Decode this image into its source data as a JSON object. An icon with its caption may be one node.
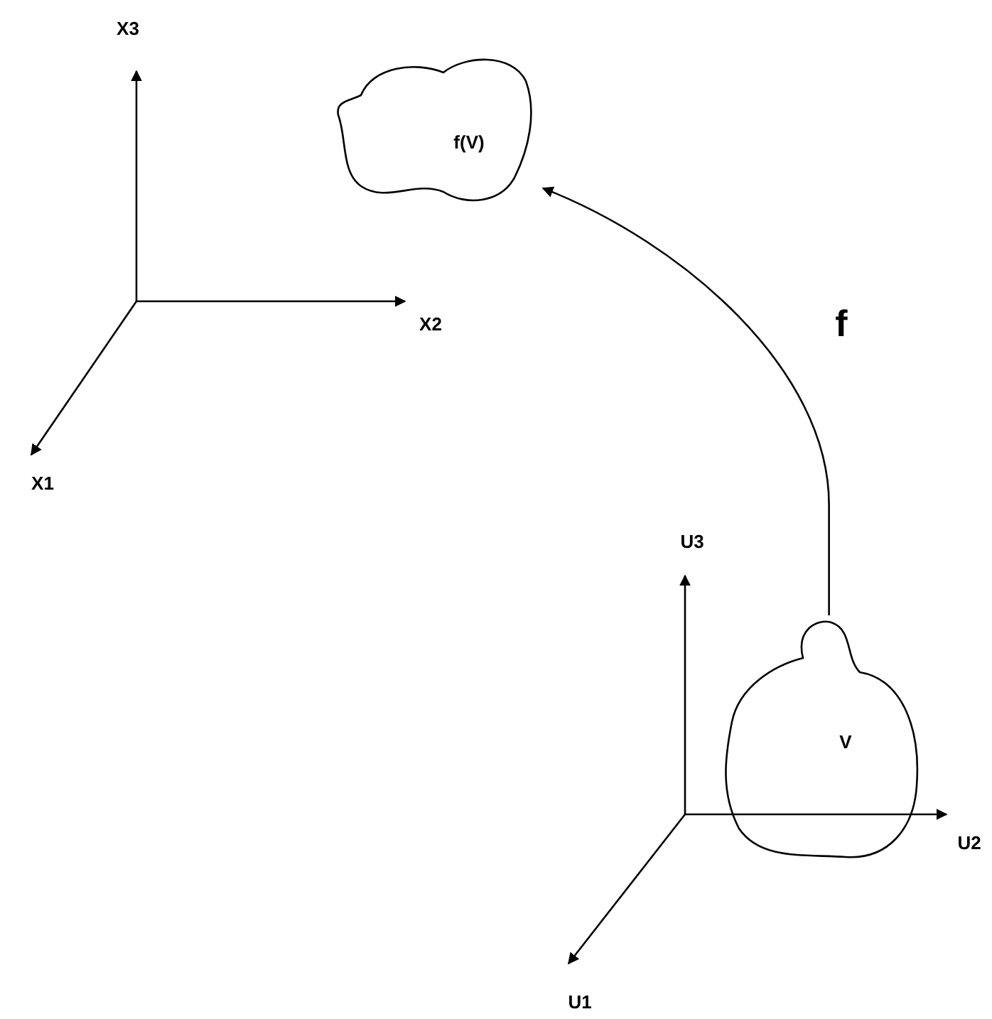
{
  "diagram": {
    "nodes": [
      {
        "text": [
          "f(V)"
        ]
      },
      {
        "text": [
          "V"
        ]
      }
    ],
    "edges": [
      {
        "from": 1,
        "to": 0,
        "arrow": "to",
        "label": "f"
      }
    ],
    "labels": [
      "X3",
      "X2",
      "X1",
      "U3",
      "U2",
      "U1"
    ]
  }
}
